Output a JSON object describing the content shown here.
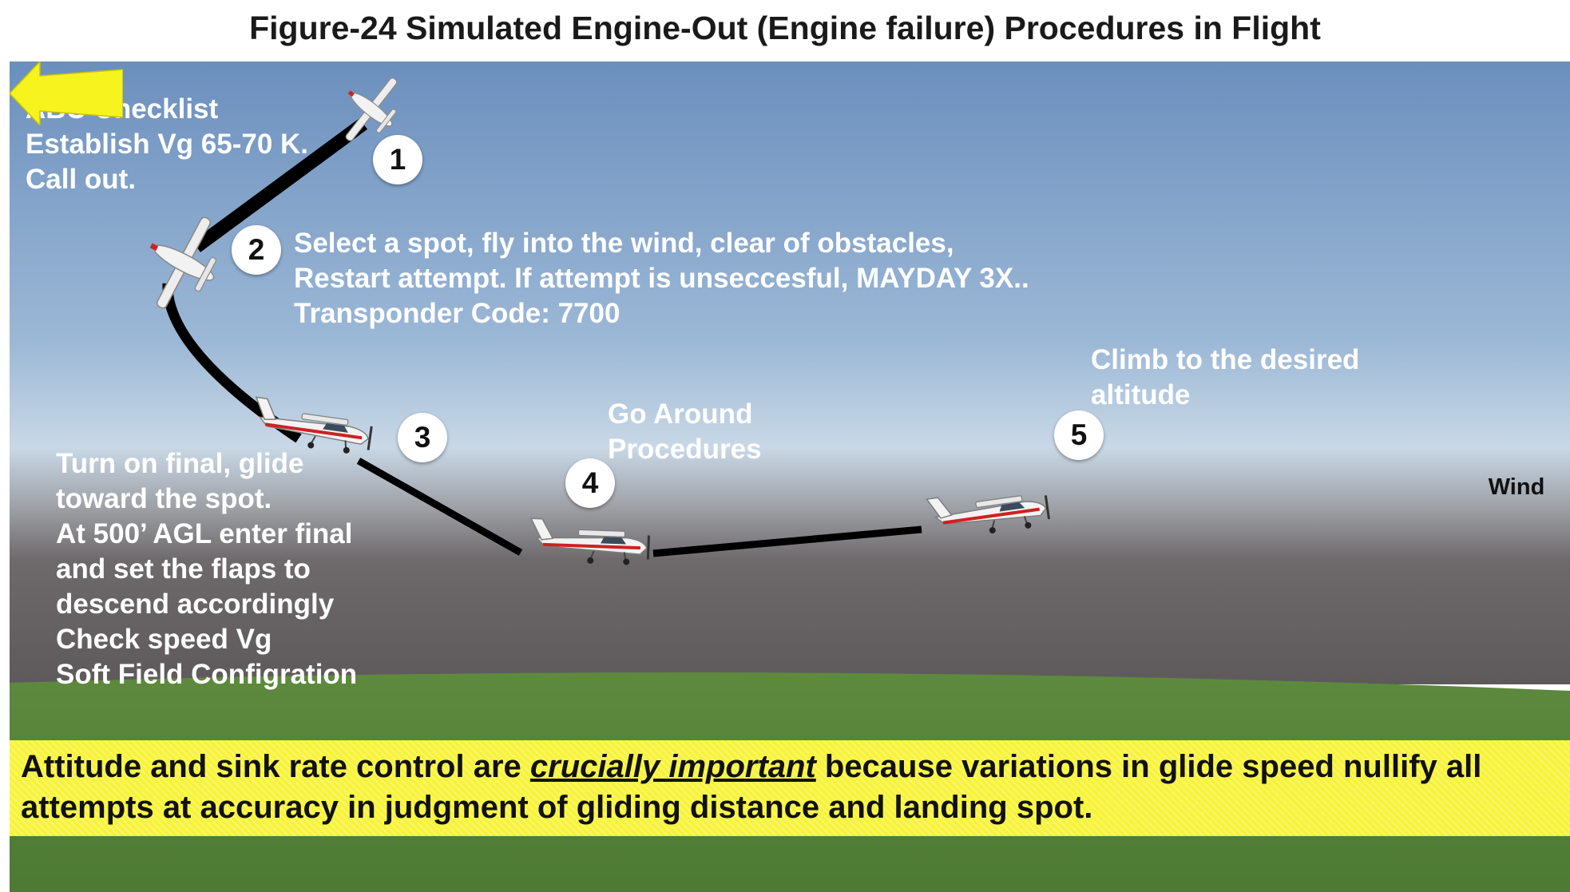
{
  "figure": {
    "title": "Figure-24 Simulated Engine-Out (Engine failure) Procedures in Flight"
  },
  "steps": [
    {
      "number": "1",
      "lines": [
        "ABC Checklist",
        "Establish Vg 65-70 K.",
        "Call out."
      ]
    },
    {
      "number": "2",
      "lines": [
        "Select a spot, fly into the wind, clear of obstacles,",
        "Restart attempt. If attempt is unseccesful,  MAYDAY 3X..",
        "Transponder Code: 7700"
      ]
    },
    {
      "number": "3",
      "lines": [
        "Turn on final,  glide",
        "toward the spot.",
        "At 500’ AGL enter final",
        "and set the flaps to",
        "descend accordingly",
        "Check speed Vg",
        "Soft Field Configration"
      ]
    },
    {
      "number": "4",
      "lines": [
        "Go Around",
        "Procedures"
      ]
    },
    {
      "number": "5",
      "lines": [
        "Climb to the desired",
        "altitude"
      ]
    }
  ],
  "wind": {
    "label": "Wind"
  },
  "banner": {
    "prefix": "Attitude and sink rate control are ",
    "emphasis": "crucially important",
    "suffix": " because variations in glide speed nullify all attempts at accuracy in judgment of gliding distance and landing spot."
  },
  "colors": {
    "sky_top": "#6b8fbd",
    "sky_bottom": "#c9d8e6",
    "ground": "#5d8a3e",
    "banner": "#f7f33a",
    "path": "#000000"
  }
}
